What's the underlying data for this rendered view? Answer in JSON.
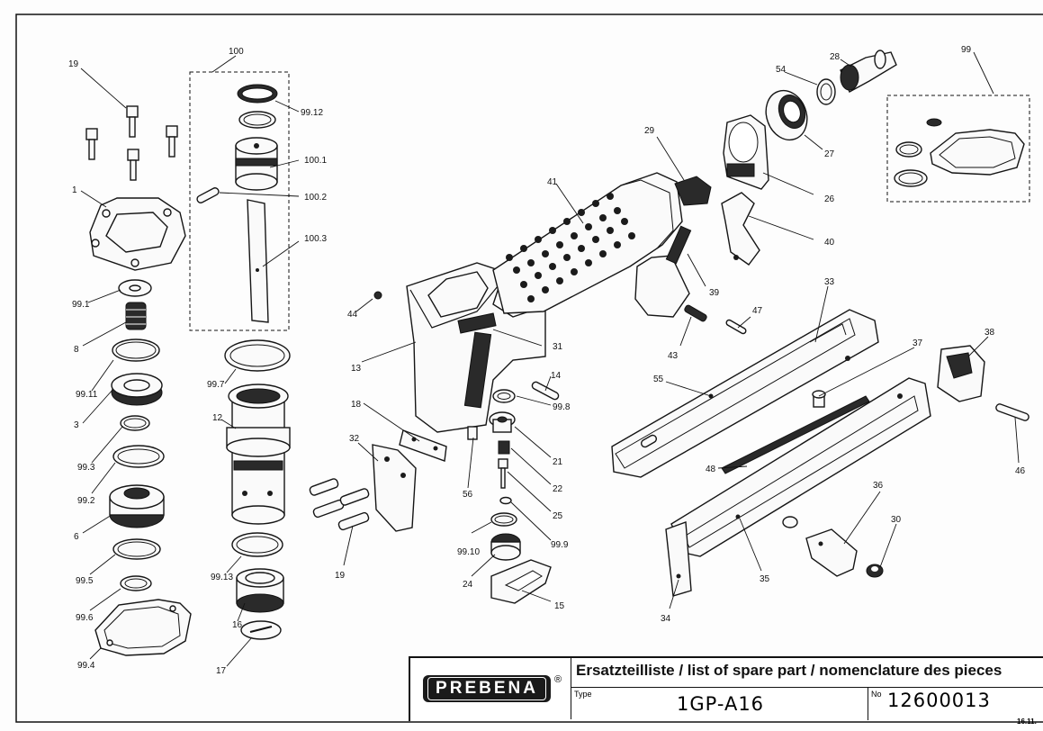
{
  "document": {
    "company": "PREBENA",
    "registered_mark": "®",
    "title": "Ersatzteilliste / list of spare part / nomenclature des pieces",
    "type_caption": "Type",
    "type_value": "1GP-A16",
    "number_caption": "No",
    "number_value": "12600013",
    "date": "16.11."
  },
  "labels": {
    "p1": "1",
    "p3": "3",
    "p6": "6",
    "p8": "8",
    "p12": "12",
    "p13": "13",
    "p14": "14",
    "p15": "15",
    "p16": "16",
    "p17": "17",
    "p18": "18",
    "p19a": "19",
    "p19b": "19",
    "p21": "21",
    "p22": "22",
    "p24": "24",
    "p25": "25",
    "p26": "26",
    "p27": "27",
    "p28": "28",
    "p29": "29",
    "p30": "30",
    "p31": "31",
    "p32": "32",
    "p33": "33",
    "p34": "34",
    "p35": "35",
    "p36": "36",
    "p37": "37",
    "p38": "38",
    "p39": "39",
    "p40": "40",
    "p41": "41",
    "p43": "43",
    "p44": "44",
    "p46": "46",
    "p47": "47",
    "p48": "48",
    "p54": "54",
    "p55": "55",
    "p56": "56",
    "p99": "99",
    "p99_1": "99.1",
    "p99_2": "99.2",
    "p99_3": "99.3",
    "p99_4": "99.4",
    "p99_5": "99.5",
    "p99_6": "99.6",
    "p99_7": "99.7",
    "p99_8": "99.8",
    "p99_9": "99.9",
    "p99_10": "99.10",
    "p99_11": "99.11",
    "p99_12": "99.12",
    "p99_13": "99.13",
    "p100": "100",
    "p100_1": "100.1",
    "p100_2": "100.2",
    "p100_3": "100.3"
  }
}
